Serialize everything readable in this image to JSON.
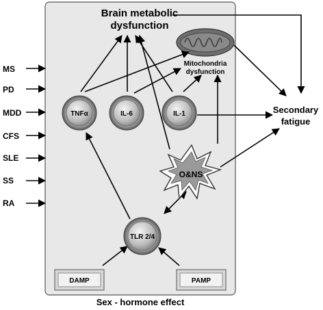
{
  "diagram": {
    "title": "Brain metabolic\ndysfunction",
    "title_line1": "Brain metabolic",
    "title_line2": "dysfunction",
    "mito_line1": "Mitochondria",
    "mito_line2": "dysfunction",
    "secondary_line1": "Secondary",
    "secondary_line2": "fatigue",
    "footer": "Sex - hormone effect",
    "diseases": [
      "MS",
      "PD",
      "MDD",
      "CFS",
      "SLE",
      "SS",
      "RA"
    ],
    "cytokines": [
      "TNFα",
      "IL-6",
      "IL-1"
    ],
    "tlr": "TLR 2/4",
    "onns": "O&NS",
    "damp": "DAMP",
    "pamp": "PAMP",
    "colors": {
      "panel": "#e8e8e8",
      "panel_border": "#555555",
      "node_outer": "#8a8a8a",
      "node_inner": "#cfcfcf",
      "mito": "#6e6e6e"
    }
  }
}
